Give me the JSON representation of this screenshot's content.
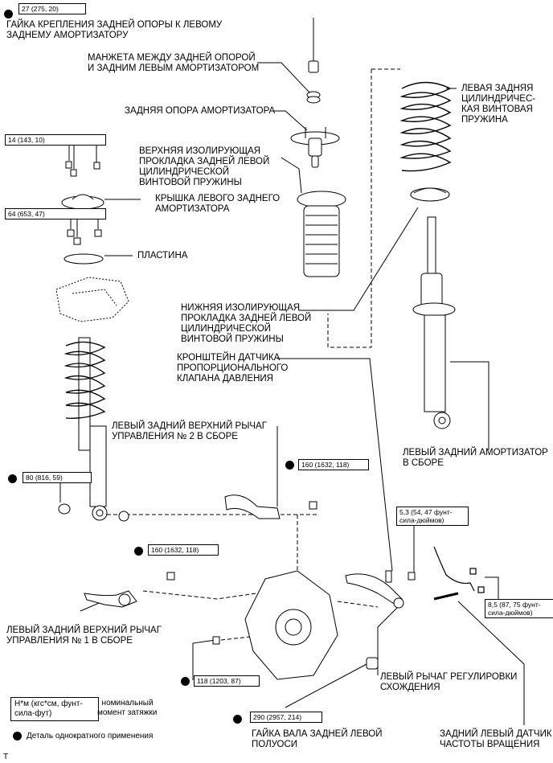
{
  "torques": {
    "t1": "27 (275, 20)",
    "t2": "14 (143, 10)",
    "t3": "64 (653, 47)",
    "t4": "80 (816, 59)",
    "t5": "160 (1632, 118)",
    "t6": "160 (1632, 118)",
    "t7": "5,3 (54, 47 фунт-сила-дюймов)",
    "t8": "8,5 (87, 75 фунт-сила-дюймов)",
    "t9": "118 (1203, 87)",
    "t10": "290 (2957, 214)"
  },
  "labels": {
    "nut_top": "ГАЙКА КРЕПЛЕНИЯ ЗАДНЕЙ ОПОРЫ К ЛЕВОМУ\nЗАДНЕМУ АМОРТИЗАТОРУ",
    "cuff": "МАНЖЕТА МЕЖДУ ЗАДНЕЙ ОПОРОЙ\nИ ЗАДНИМ ЛЕВЫМ АМОРТИЗАТОРОМ",
    "mount": "ЗАДНЯЯ ОПОРА АМОРТИЗАТОРА",
    "upper_insulator": "ВЕРХНЯЯ ИЗОЛИРУЮЩАЯ\nПРОКЛАДКА ЗАДНЕЙ ЛЕВОЙ\nЦИЛИНДРИЧЕСКОЙ\nВИНТОВОЙ ПРУЖИНЫ",
    "cover": "КРЫШКА ЛЕВОГО ЗАДНЕГО\nАМОРТИЗАТОРА",
    "plate": "ПЛАСТИНА",
    "spring": "ЛЕВАЯ ЗАДНЯЯ\nЦИЛИНДРИЧЕС-\nКАЯ ВИНТОВАЯ\nПРУЖИНА",
    "lower_insulator": "НИЖНЯЯ ИЗОЛИРУЮЩАЯ\nПРОКЛАДКА ЗАДНЕЙ ЛЕВОЙ\nЦИЛИНДРИЧЕСКОЙ\nВИНТОВОЙ ПРУЖИНЫ",
    "bracket": "КРОНШТЕЙН ДАТЧИКА\nПРОПОРЦИОНАЛЬНОГО\nКЛАПАНА ДАВЛЕНИЯ",
    "upper_arm2": "ЛЕВЫЙ ЗАДНИЙ ВЕРХНИЙ РЫЧАГ\nУПРАВЛЕНИЯ № 2 В СБОРЕ",
    "absorber": "ЛЕВЫЙ ЗАДНИЙ АМОРТИЗАТОР\nВ СБОРЕ",
    "upper_arm1": "ЛЕВЫЙ ЗАДНИЙ ВЕРХНИЙ РЫЧАГ\nУПРАВЛЕНИЯ № 1 В СБОРЕ",
    "toe_arm": "ЛЕВЫЙ РЫЧАГ РЕГУЛИРОВКИ\nСХОЖДЕНИЯ",
    "axle_nut": "ГАЙКА ВАЛА ЗАДНЕЙ ЛЕВОЙ\nПОЛУОСИ",
    "speed_sensor": "ЗАДНИЙ ЛЕВЫЙ ДАТЧИК\nЧАСТОТЫ ВРАЩЕНИЯ"
  },
  "legend": {
    "unit_box": "Н*м (кгс*см, фунт-\nсила-фут)",
    "unit_text": ": номинальный\nмомент затяжки",
    "single_use": "Деталь однократного применения",
    "corner": "T"
  }
}
